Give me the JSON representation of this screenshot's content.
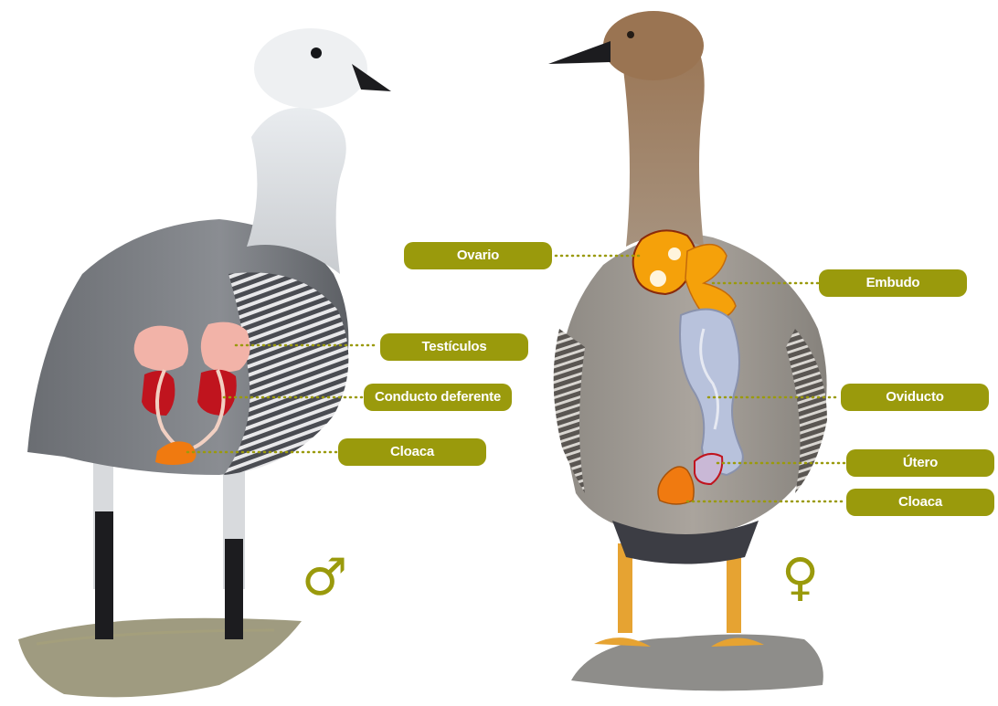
{
  "male": {
    "symbol": "♂",
    "labels": {
      "testiculos": "Testículos",
      "conducto_deferente": "Conducto deferente",
      "cloaca": "Cloaca"
    }
  },
  "female": {
    "symbol": "♀",
    "labels": {
      "ovario": "Ovario",
      "embudo": "Embudo",
      "oviducto": "Oviducto",
      "utero": "Útero",
      "cloaca": "Cloaca"
    }
  },
  "colors": {
    "label_bg": "#9a9a0c",
    "label_text": "#ffffff",
    "leader_dots": "#9a9a0c",
    "testes": "#f2b3a8",
    "vas_deferens": "#c0141e",
    "cloaca": "#f07a10",
    "ovary": "#f5a10a",
    "oviduct": "#b8c2dc"
  }
}
